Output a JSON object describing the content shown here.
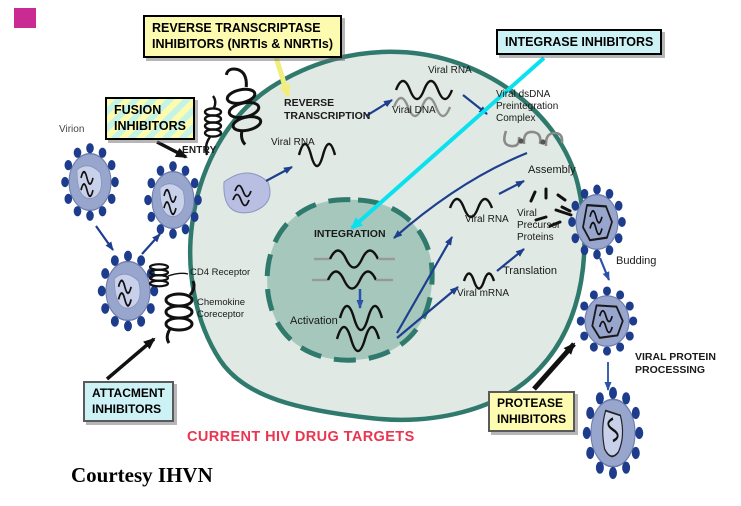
{
  "diagram": {
    "caption": "CURRENT HIV DRUG TARGETS",
    "credit": "Courtesy IHVN"
  },
  "inhibitor_boxes": {
    "reverse_transcriptase": {
      "line1": "REVERSE TRANSCRIPTASE",
      "line2": "INHIBITORS (NRTIs & NNRTIs)"
    },
    "integrase": {
      "line1": "INTEGRASE INHIBITORS"
    },
    "fusion": {
      "line1": "FUSION",
      "line2": "INHIBITORS"
    },
    "attachment": {
      "line1": "ATTACMENT",
      "line2": "INHIBITORS"
    },
    "protease": {
      "line1": "PROTEASE",
      "line2": "INHIBITORS"
    }
  },
  "labels": {
    "virion": "Virion",
    "entry": "ENTRY",
    "reverse_transcription_1": "REVERSE",
    "reverse_transcription_2": "TRANSCRIPTION",
    "viral_rna_cytoplasm": "Viral RNA",
    "viral_rna_rt": "Viral RNA",
    "viral_dna": "Viral DNA",
    "pic_1": "Viral dsDNA",
    "pic_2": "Preintegration",
    "pic_3": "Complex",
    "integration": "INTEGRATION",
    "activation": "Activation",
    "viral_rna_transcript": "Viral RNA",
    "assembly": "Assembly",
    "precursor_1": "Viral",
    "precursor_2": "Precursor",
    "precursor_3": "Proteins",
    "translation": "Translation",
    "viral_mrna": "Viral mRNA",
    "cd4_receptor": "CD4 Receptor",
    "chemokine_1": "Chemokine",
    "chemokine_2": "Coreceptor",
    "budding": "Budding",
    "vpp_1": "VIRAL PROTEIN",
    "vpp_2": "PROCESSING"
  },
  "colors": {
    "box_yellow": "#fdfbb0",
    "box_cyan": "#cdf2f5",
    "fusion_stripe_yellow": "#fdfcae",
    "fusion_stripe_green": "#c6f4e4",
    "cell_fill": "#e0e9e4",
    "membrane_teal": "#2f7a6d",
    "nucleus_fill": "#a6c7bc",
    "virus_body": "#98a5cd",
    "virus_dots": "#1e3c8c",
    "capsid": "#c9d0ea",
    "arrow_navy": "#1d3f8e",
    "arrow_blue": "#2b52a8",
    "arrow_cyan": "#0ae1ef",
    "arrow_yellow": "#f2ee7d",
    "caption_red": "#ea3450",
    "corner_square_pink": "#ca2b92"
  }
}
